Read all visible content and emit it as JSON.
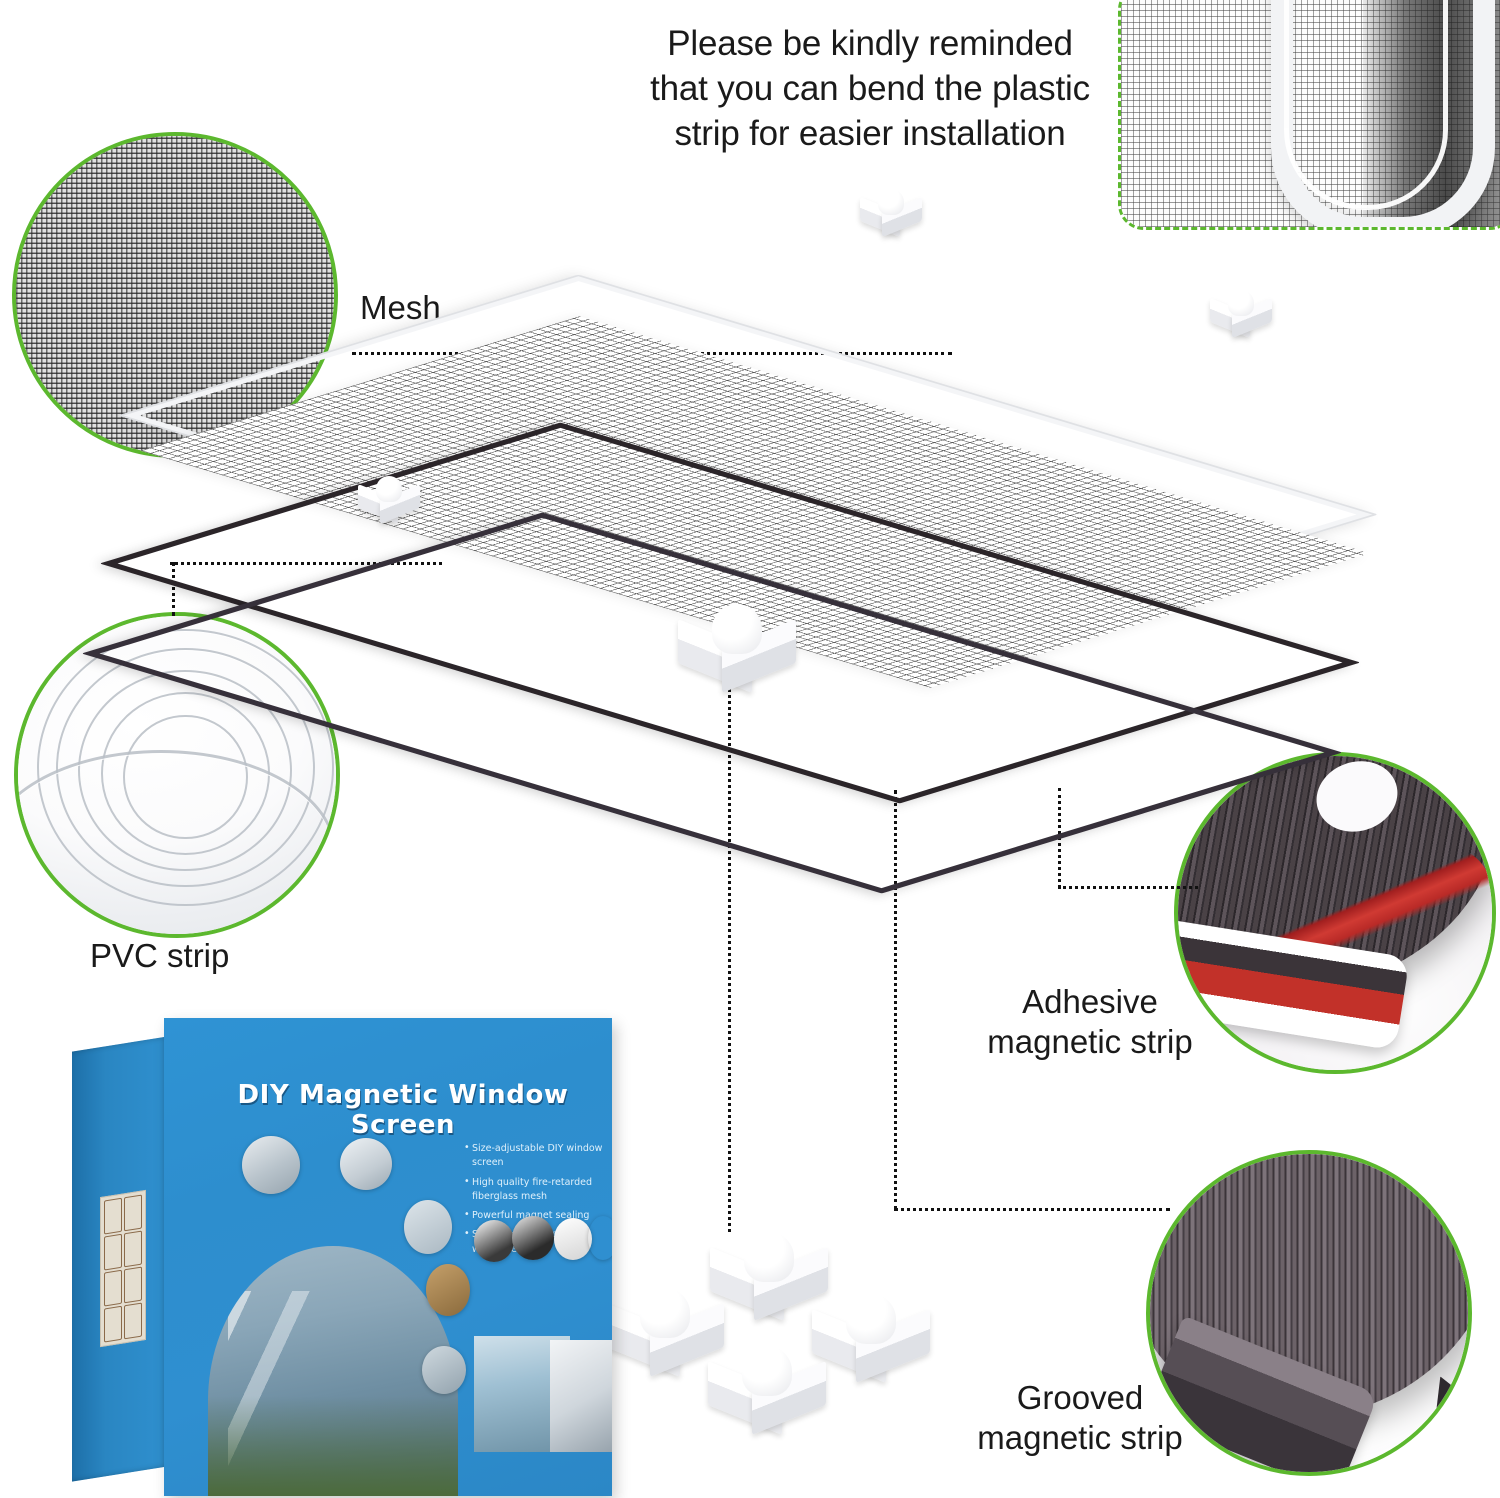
{
  "headline": {
    "line1": "Please be kindly reminded",
    "line2": "that you can bend the plastic",
    "line3": "strip for easier installation"
  },
  "callouts": {
    "mesh": {
      "label": "Mesh",
      "icon": "mesh-swatch-icon",
      "border_color": "#5cb82e"
    },
    "pvc_strip": {
      "label": "PVC strip",
      "icon": "pvc-coil-icon",
      "border_color": "#5cb82e"
    },
    "adhesive_magnetic_strip": {
      "label_line1": "Adhesive",
      "label_line2": "magnetic strip",
      "icon": "adhesive-magnet-coil-icon",
      "border_color": "#5cb82e",
      "magnet_color": "#3b3439",
      "adhesive_color": "#c23129"
    },
    "grooved_magnetic_strip": {
      "label_line1": "Grooved",
      "label_line2": "magnetic strip",
      "icon": "grooved-magnet-coil-icon",
      "border_color": "#5cb82e",
      "magnet_color": "#564e55"
    }
  },
  "bend_inset": {
    "icon": "bent-pvc-strip-icon",
    "border_color": "#5cb82e",
    "border_style": "dashed"
  },
  "diagram": {
    "layers": [
      {
        "name": "pvc-frame",
        "icon": "white-pvc-frame-icon",
        "color": "#f4f5f7"
      },
      {
        "name": "mesh-sheet",
        "icon": "fiberglass-mesh-sheet-icon",
        "color": "#ffffff"
      },
      {
        "name": "adhesive-magnetic-frame",
        "icon": "dark-magnetic-frame-icon",
        "color": "#2b2529"
      },
      {
        "name": "grooved-magnetic-frame",
        "icon": "dark-magnetic-frame-icon",
        "color": "#36303a"
      }
    ],
    "corner_connectors_on_frame": 4,
    "corner_connectors_loose": 4,
    "connector_icon": "l-corner-connector-icon",
    "connector_color": "#ffffff"
  },
  "product_box": {
    "title": "DIY Magnetic Window Screen",
    "bullets": [
      "Size-adjustable DIY window screen",
      "High quality fire-retarded fiberglass mesh",
      "Powerful magnet sealing",
      "Screen replacable and washable"
    ],
    "box_color": "#2f90cf",
    "spine_color": "#1d6fa8",
    "title_color": "#ffffff"
  },
  "background_color": "#ffffff"
}
